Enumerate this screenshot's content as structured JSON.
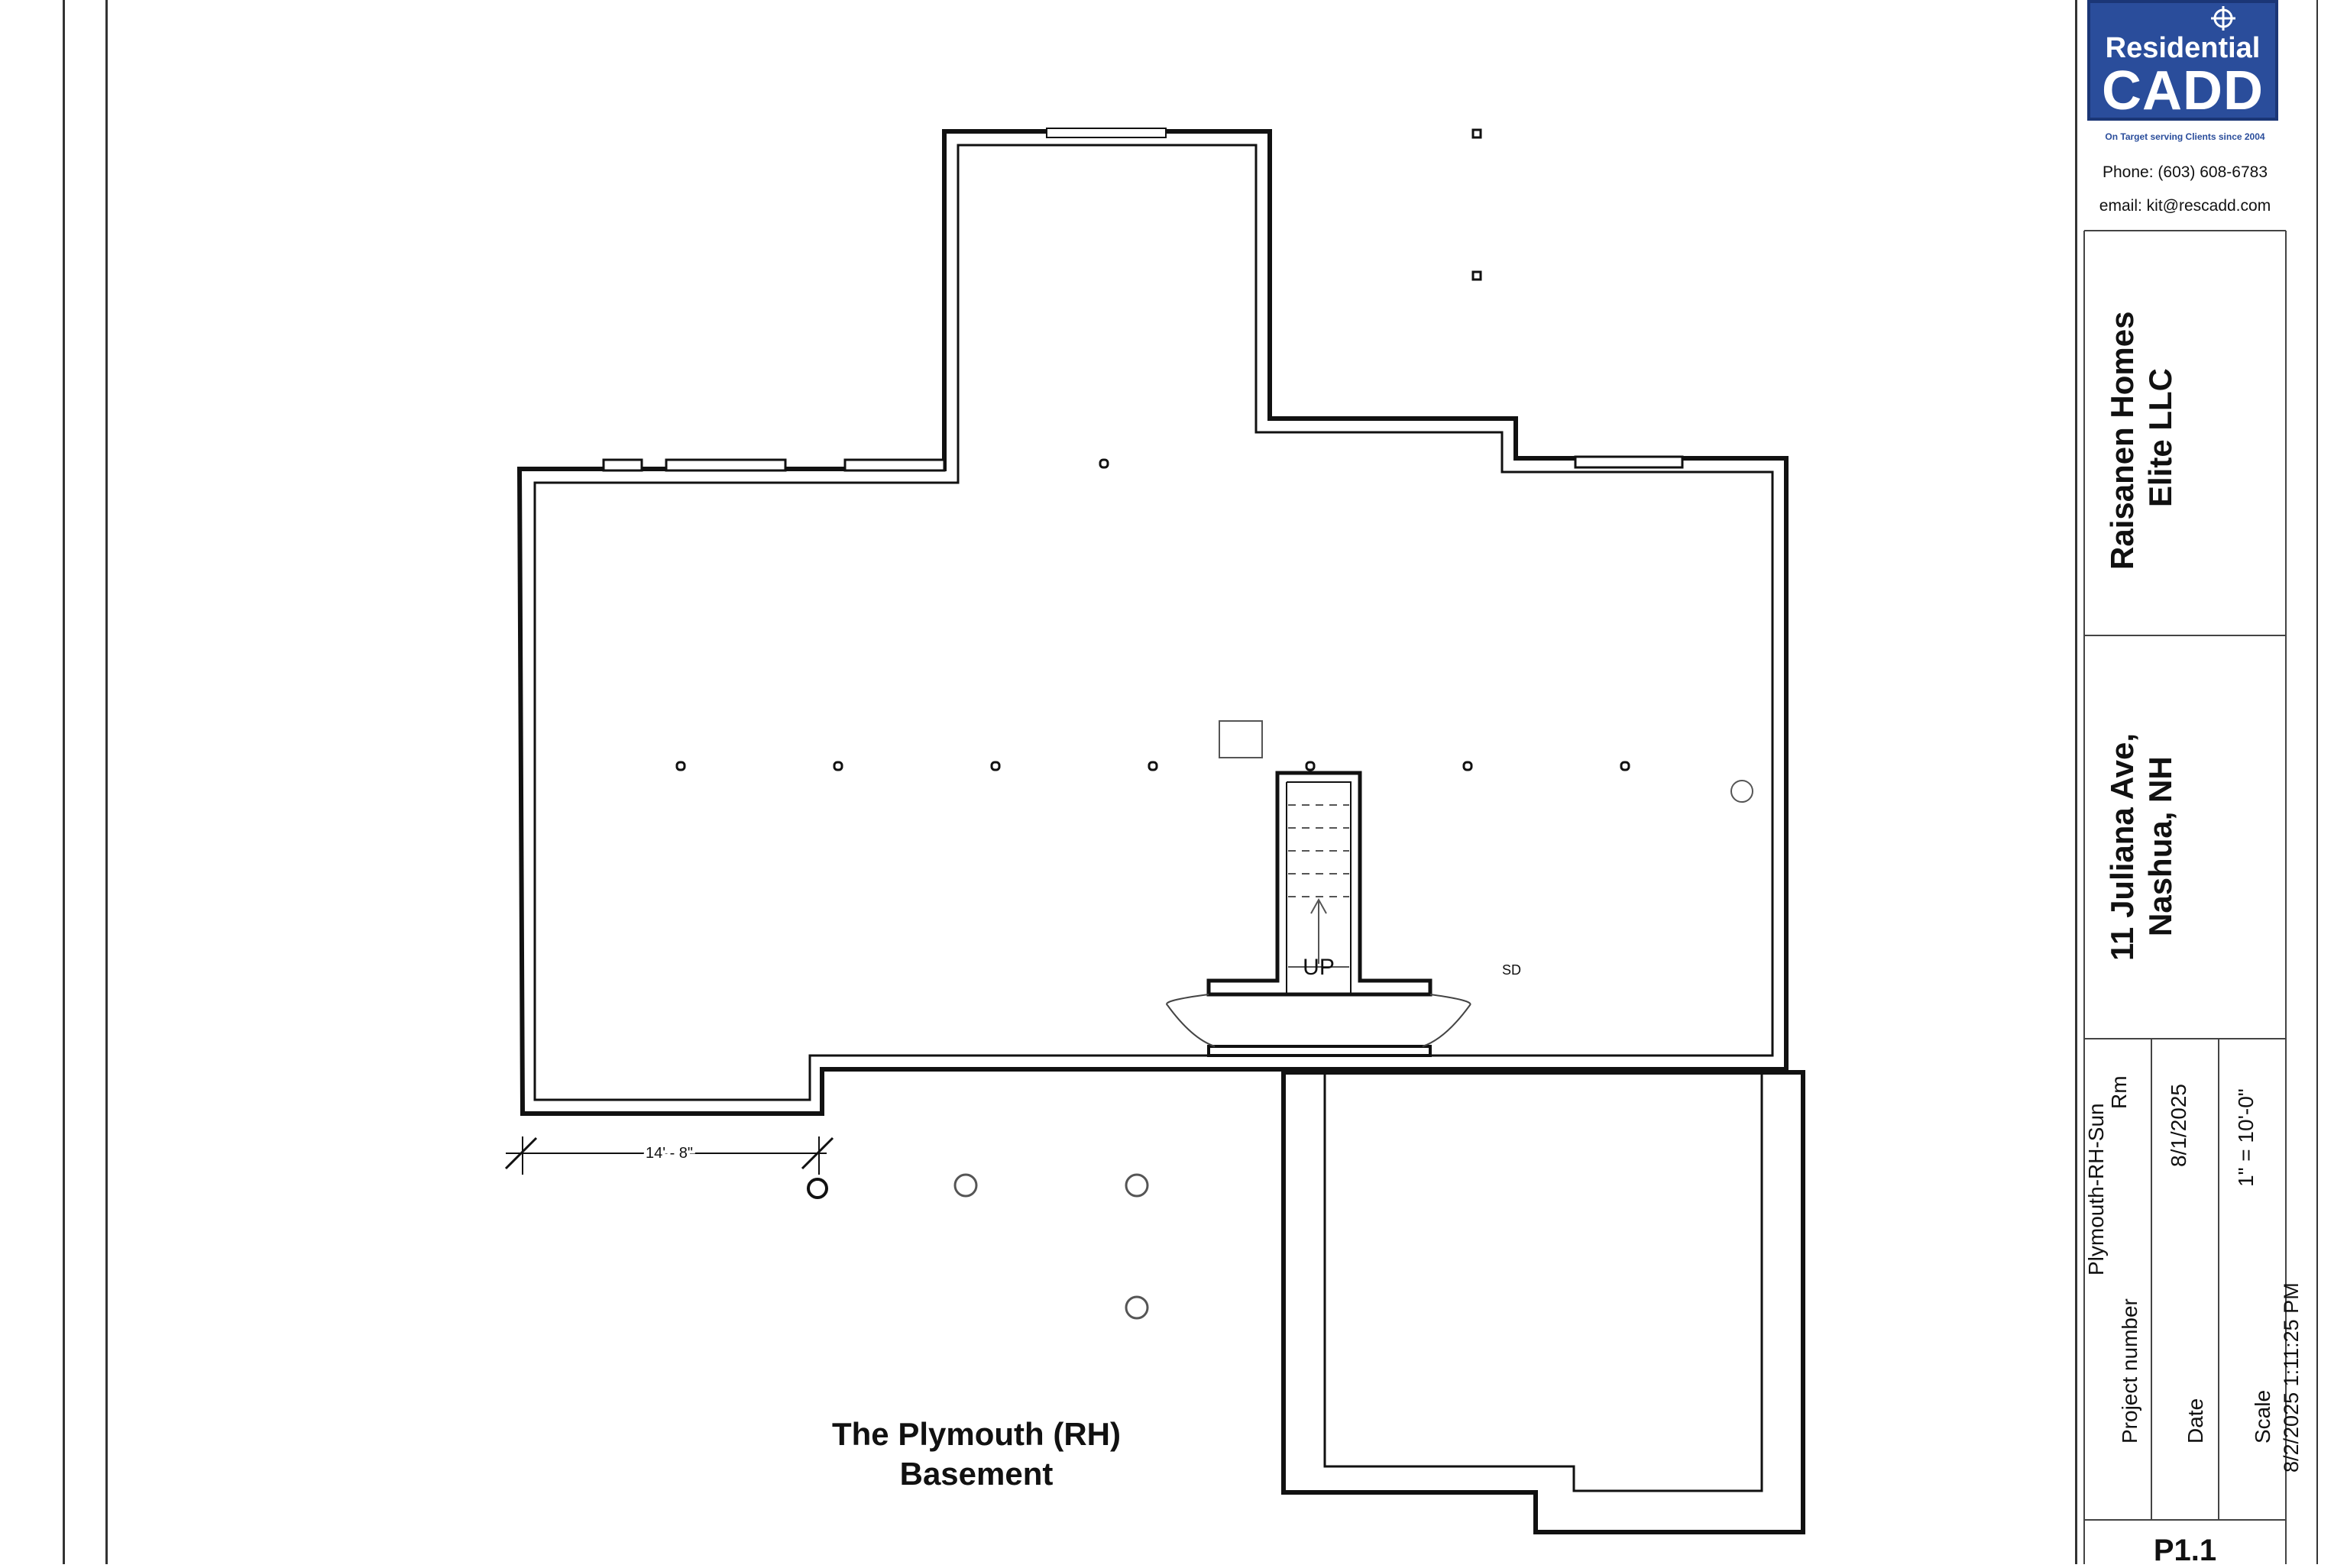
{
  "branding": {
    "logo_line1": "Residential",
    "logo_line2": "CADD",
    "tagline": "On Target serving Clients since 2004",
    "phone": "Phone: (603) 608-6783",
    "email": "email: kit@rescadd.com",
    "brand_color": "#2a4d9b"
  },
  "client": {
    "line1": "Raisanen Homes",
    "line2": "Elite LLC"
  },
  "address": {
    "line1": "11 Juliana Ave,",
    "line2": "Nashua, NH"
  },
  "project": {
    "label": "Project number",
    "value_line1": "Plymouth-RH-Sun",
    "value_line2": "Rm"
  },
  "date": {
    "label": "Date",
    "value": "8/1/2025"
  },
  "scale": {
    "label": "Scale",
    "value": "1\" = 10'-0\""
  },
  "sheet": {
    "number": "P1.1",
    "print_timestamp": "8/2/2025 1:11:25 PM"
  },
  "drawing": {
    "title_line1": "The Plymouth (RH)",
    "title_line2": "Basement",
    "dimension_label": "14' - 8\"",
    "stair_label": "UP",
    "smoke_detector_label": "SD"
  }
}
